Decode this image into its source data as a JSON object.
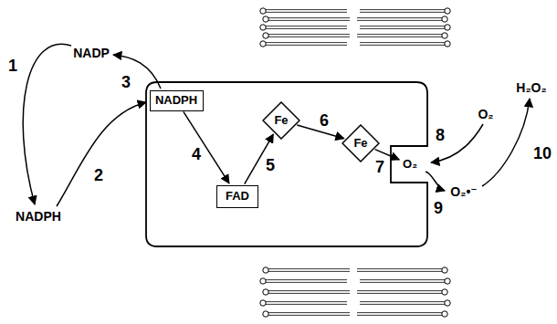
{
  "diagram": {
    "nodes": [
      {
        "text": [
          "NADPH"
        ]
      },
      {
        "text": [
          "FAD"
        ]
      },
      {
        "text": [
          "Fe"
        ]
      },
      {
        "text": [
          "Fe"
        ]
      },
      {
        "text": [
          "O₂"
        ]
      }
    ],
    "edges": [
      {
        "from": 0,
        "to": 1,
        "arrow": "to",
        "label": "4"
      },
      {
        "from": 1,
        "to": 2,
        "arrow": "to",
        "label": "5"
      },
      {
        "from": 2,
        "to": 3,
        "arrow": "to",
        "label": "6"
      },
      {
        "from": 3,
        "to": 4,
        "arrow": "to",
        "label": "7"
      }
    ],
    "labels": [
      "NADP",
      "NADPH",
      "O₂",
      "O₂•⁻",
      "H₂O₂",
      "1",
      "2",
      "3",
      "8",
      "9",
      "10"
    ]
  }
}
